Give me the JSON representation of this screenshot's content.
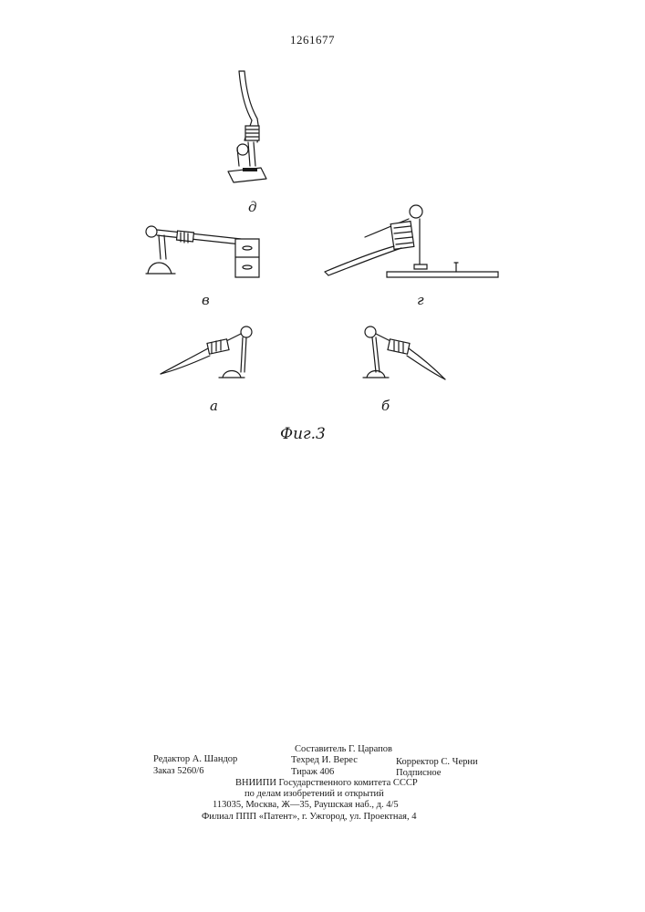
{
  "header": {
    "patent_number": "1261677"
  },
  "figure": {
    "caption": "Фиг.3",
    "panels": {
      "d": "д",
      "v": "в",
      "g": "г",
      "a": "а",
      "b": "б"
    }
  },
  "imprint": {
    "compiler": "Составитель Г. Царапов",
    "editor": "Редактор А. Шандор",
    "techred": "Техред И. Верес",
    "corrector": "Корректор С. Черни",
    "order": "Заказ 5260/6",
    "circulation": "Тираж 406",
    "subscription": "Подписное",
    "org_line1": "ВНИИПИ  Государственного  комитета  СССР",
    "org_line2": "по  делам  изобретений  и  открытий",
    "address": "113035,  Москва,  Ж—35,  Раушская  наб.,  д.  4/5",
    "branch": "Филиал  ППП  «Патент»,  г.  Ужгород,  ул.  Проектная,  4"
  }
}
